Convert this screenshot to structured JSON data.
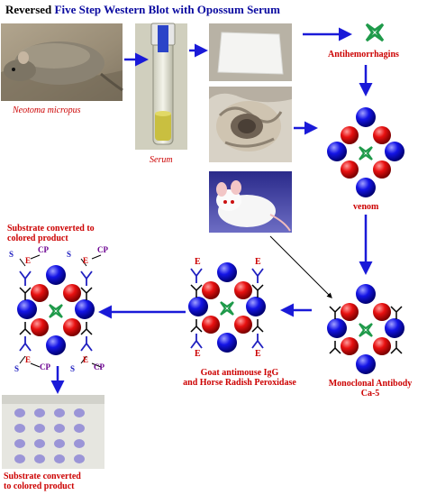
{
  "title": {
    "prefix": "Reversed",
    "text": "Five Step Western Blot with Opossum Serum"
  },
  "labels": {
    "species": "Neotoma micropus",
    "serum": "Serum",
    "antihemorrhagins": "Antihemorrhagins",
    "venom": "venom",
    "monoclonal_line1": "Monoclonal Antibody",
    "monoclonal_line2": "Ca-5",
    "goat_line1": "Goat antimouse IgG",
    "goat_line2": "and Horse Radish Peroxidase",
    "substrate_top_line1": "Substrate converted to",
    "substrate_top_line2": "colored product",
    "substrate_bottom_line1": "Substrate converted",
    "substrate_bottom_line2": "to colored product"
  },
  "glyphs": {
    "s": "S",
    "e": "E",
    "cp": "CP"
  },
  "colors": {
    "title_blue": "#0a0aa0",
    "label_red": "#cc0000",
    "arrow_blue": "#1a1ad8",
    "antibody_green": "#1f9a4a",
    "sphere_red": "#e01010",
    "sphere_blue": "#1414e0",
    "enzyme_blue": "#2020c0",
    "spot_purple": "#8f88d6"
  }
}
